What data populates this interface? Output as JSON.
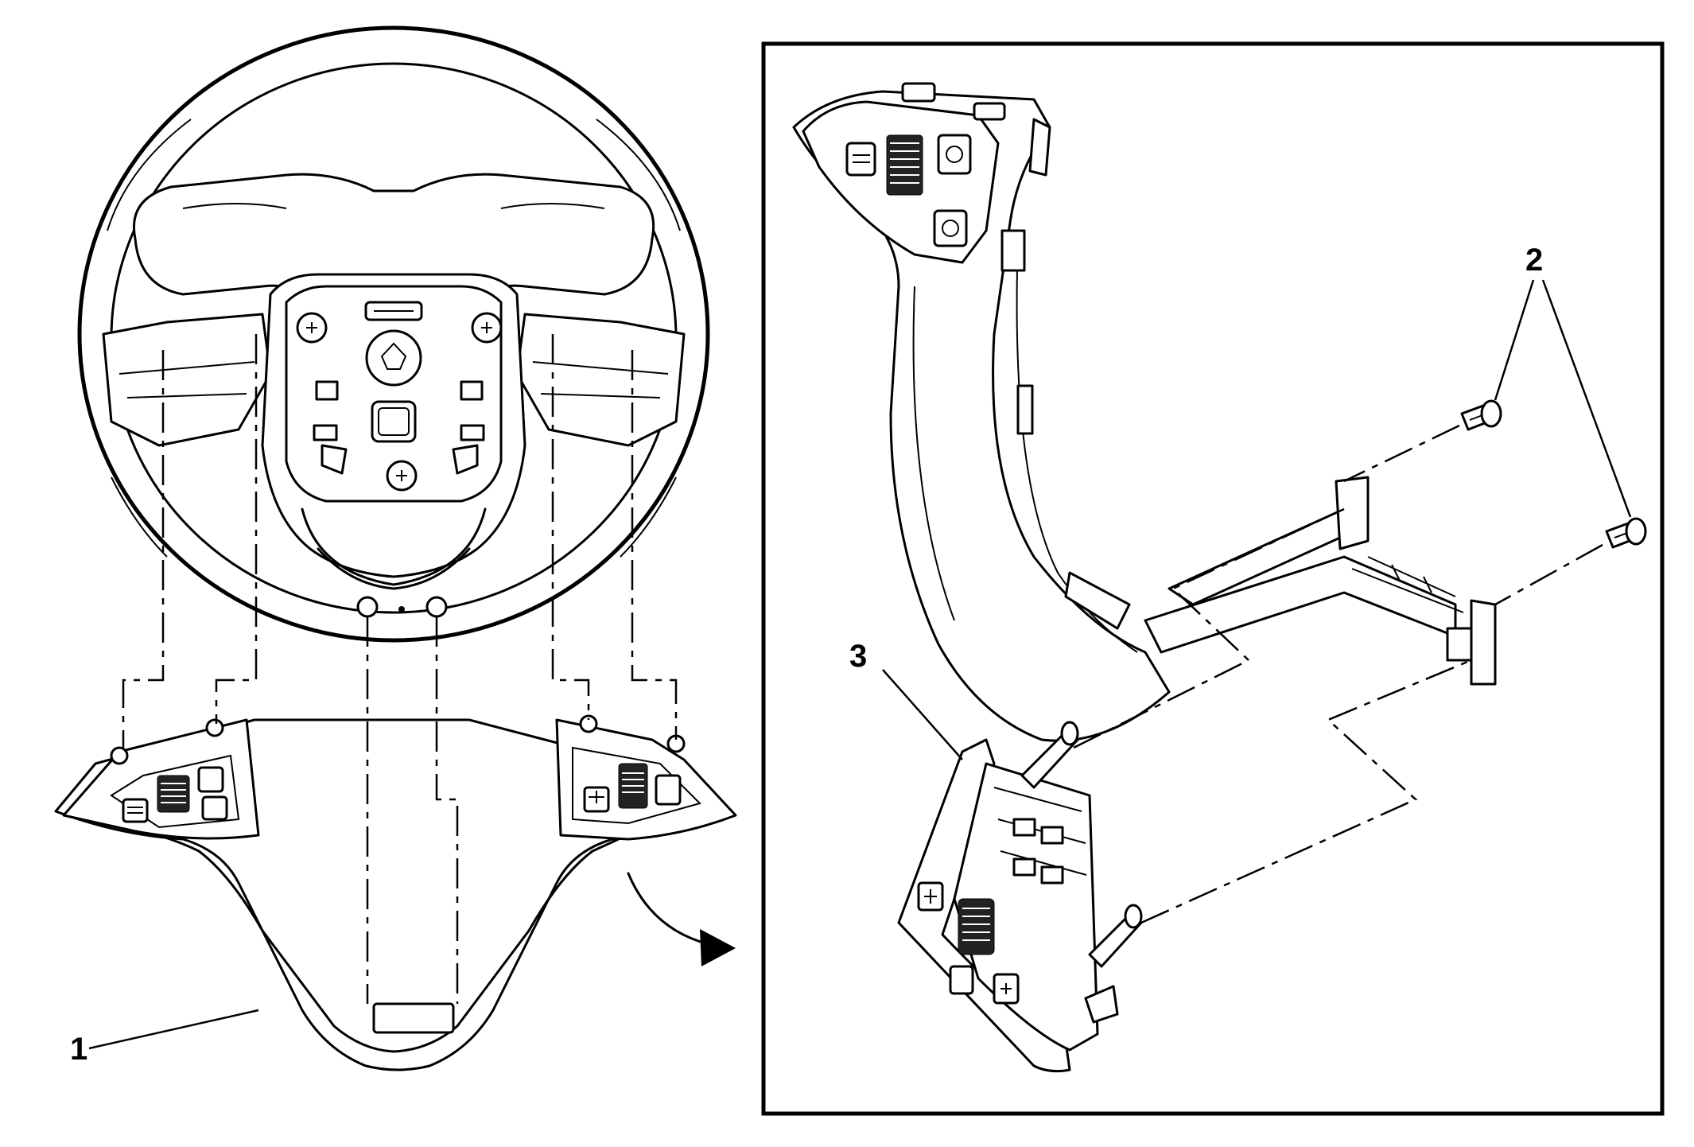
{
  "callouts": {
    "c1": "1",
    "c2": "2",
    "c3": "3"
  },
  "colors": {
    "line": "#000000",
    "background": "#ffffff",
    "shade": "#d8d8d8"
  }
}
